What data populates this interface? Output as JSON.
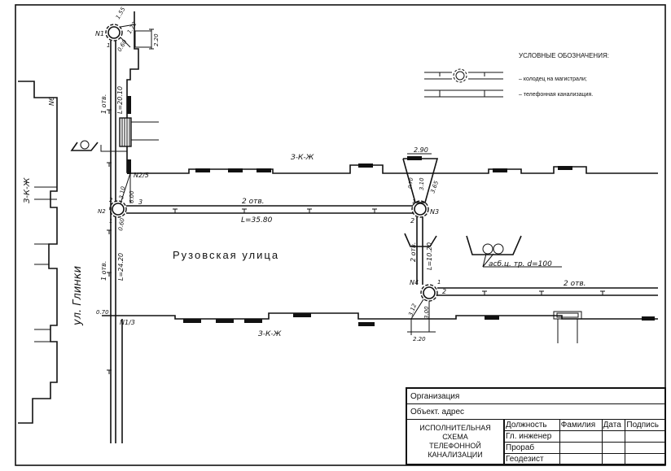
{
  "legend": {
    "title": "УСЛОВНЫЕ ОБОЗНАЧЕНИЯ:",
    "items": [
      "– колодец на магистрали;",
      "– телефонная канализация."
    ]
  },
  "streets": {
    "main": "Рузовская улица",
    "side": "ул. Глинки"
  },
  "buildings": {
    "zkzh_left": "З-К-Ж",
    "zkzh_top": "З-К-Ж",
    "zkzh_bottom": "З-К-Ж",
    "n6": "N6"
  },
  "wells": {
    "n1": {
      "label": "N1",
      "port1": "1",
      "dims": [
        "1.55",
        "1.72",
        "0.60",
        "2.20"
      ]
    },
    "n2": {
      "label": "N2",
      "ports": [
        "2",
        "1",
        "3"
      ],
      "dims": [
        "3.10",
        "6.00",
        "0.60"
      ]
    },
    "n3": {
      "label": "N3",
      "ports": [
        "1",
        "2"
      ],
      "dims": [
        "2.90",
        "0.70",
        "3.10",
        "3.65"
      ]
    },
    "n4": {
      "label": "N4",
      "ports": [
        "1",
        "2"
      ],
      "dims": [
        "3.12",
        "3.00",
        "2.20"
      ]
    }
  },
  "refs": {
    "n25": "N2/5",
    "n13": "N1/3",
    "d070": "0.70"
  },
  "ducts": {
    "n1_n2": {
      "count": "1 отв.",
      "length": "L=20.10"
    },
    "n2_n3": {
      "count": "2 отв.",
      "length": "L=35.80"
    },
    "n2_south": {
      "count": "1 отв.",
      "length": "L=24.20"
    },
    "n3_n4": {
      "count": "2 отв.",
      "length": "L=10.20"
    },
    "n4_east": {
      "count": "2 отв."
    }
  },
  "pipe_note": "асб.ц. тр. d=100",
  "title_block": {
    "organization": "Организация",
    "address": "Объект. адрес",
    "title_lines": [
      "ИСПОЛНИТЕЛЬНАЯ СХЕМА",
      "ТЕЛЕФОННОЙ",
      "КАНАЛИЗАЦИИ"
    ],
    "headers": [
      "Должность",
      "Фамилия",
      "Дата",
      "Подпись"
    ],
    "roles": [
      "Гл. инженер",
      "Прораб",
      "Геодезист"
    ]
  }
}
